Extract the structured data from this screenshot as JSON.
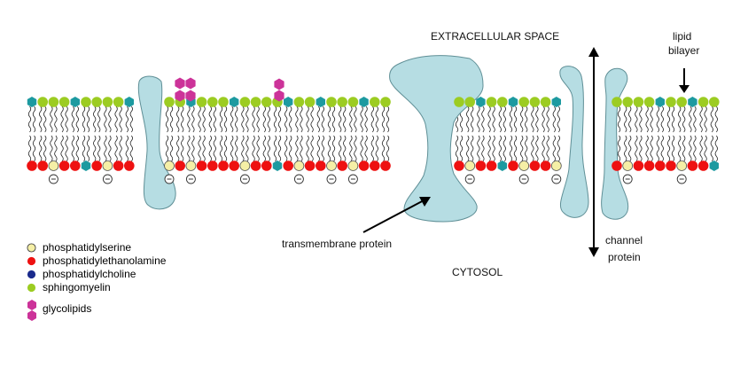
{
  "labels": {
    "extracellular": "EXTRACELLULAR SPACE",
    "lipid_bilayer_1": "lipid",
    "lipid_bilayer_2": "bilayer",
    "transmembrane": "transmembrane protein",
    "cytosol": "CYTOSOL",
    "channel_1": "channel",
    "channel_2": "protein"
  },
  "legend": [
    {
      "label": "phosphatidylserine",
      "color": "#f5efa6",
      "icon": "circle"
    },
    {
      "label": "phosphatidylethanolamine",
      "color": "#ee1111",
      "icon": "circle"
    },
    {
      "label": "phosphatidylcholine",
      "color": "#1a2a8c",
      "icon": "circle"
    },
    {
      "label": "sphingomyelin",
      "color": "#9ccc22",
      "icon": "circle"
    },
    {
      "label": "glycolipids",
      "color": "#cc3399",
      "icon": "hexagon"
    }
  ],
  "colors": {
    "protein": "#b6dde3",
    "teal_head": "#1d9aa0",
    "green_head": "#9ccc22",
    "red_head": "#ee1111",
    "yellow_head": "#f5efa6",
    "glyco": "#cc3399"
  }
}
